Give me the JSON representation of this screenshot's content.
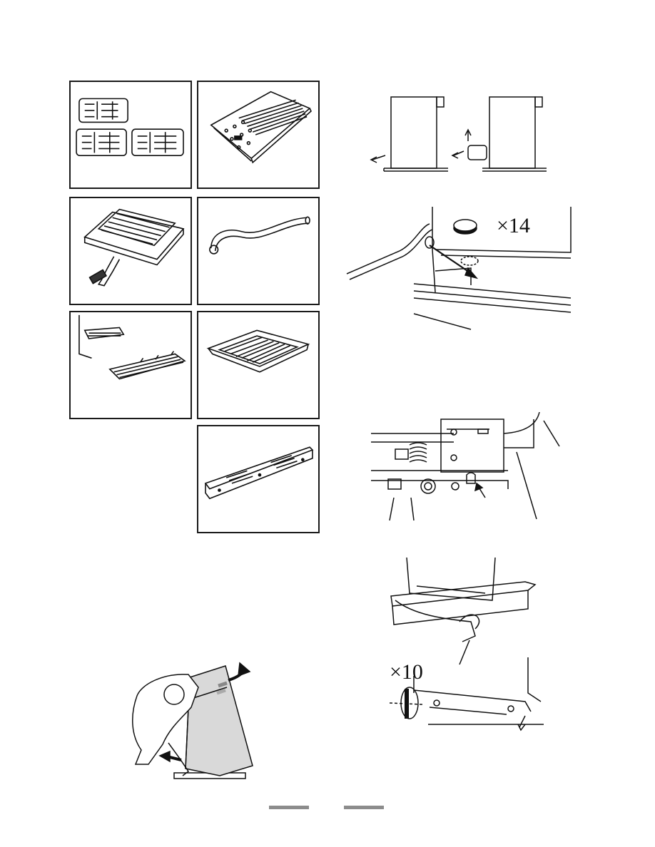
{
  "figures": {
    "burner_head_turn_count": "×14",
    "foot_adjust_turn_count": "×10"
  },
  "accessories": [
    {
      "name": "pan-supports"
    },
    {
      "name": "griddle-plate"
    },
    {
      "name": "grill-pan-with-rack"
    },
    {
      "name": "gas-hose"
    },
    {
      "name": "oven-shelves"
    },
    {
      "name": "roasting-tin"
    },
    {
      "name": "plinth-strip"
    }
  ],
  "footer": {
    "bar_color": "#8c8c8c"
  }
}
